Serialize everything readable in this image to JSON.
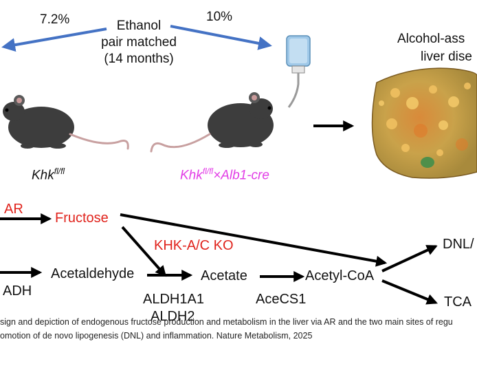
{
  "top": {
    "left_pct": "7.2%",
    "right_pct": "10%",
    "center_line1": "Ethanol",
    "center_line2": "pair matched",
    "center_line3": "(14 months)"
  },
  "disease": {
    "line1": "Alcohol-ass",
    "line2": "liver dise"
  },
  "mice": {
    "control_base": "Khk",
    "control_sup": "fl/fl",
    "ko_base": "Khk",
    "ko_sup": "fl/fl",
    "ko_suffix": "×Alb1-cre"
  },
  "pathway": {
    "ar": "AR",
    "fructose": "Fructose",
    "khk_ko": "KHK-A/C KO",
    "adh": "ADH",
    "acetaldehyde": "Acetaldehyde",
    "aldh1": "ALDH1A1",
    "aldh2": "ALDH2",
    "acetate": "Acetate",
    "acecs1": "AceCS1",
    "acetylcoa": "Acetyl-CoA",
    "dnl": "DNL/",
    "tca": "TCA"
  },
  "caption": {
    "line1": "sign and depiction of endogenous fructose production and metabolism in the liver via AR and the two main sites of regu",
    "line2": "omotion of de novo lipogenesis (DNL) and inflammation. Nature Metabolism, 2025"
  },
  "colors": {
    "arrow_blue": "#4472c4",
    "label_red": "#e0231c",
    "label_pink": "#e23ee6"
  }
}
